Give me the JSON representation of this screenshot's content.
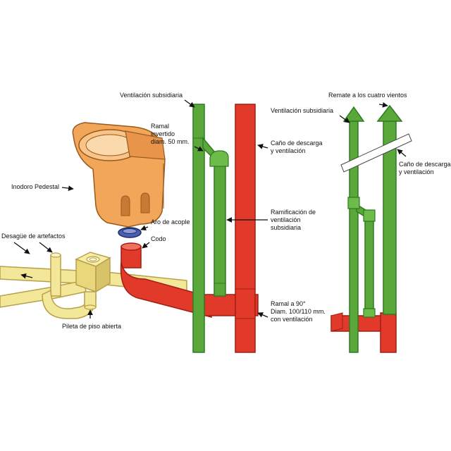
{
  "diagram": {
    "labels": {
      "ventilacion_subsidiaria_left": "Ventilación subsidiaria",
      "ramal_invertido_1": "Ramal",
      "ramal_invertido_2": "invertido",
      "ramal_invertido_3": "diam. 50 mm.",
      "cano_descarga_left_1": "Caño de descarga",
      "cano_descarga_left_2": "y ventilación",
      "inodoro_pedestal": "Inodoro Pedestal",
      "aro_de_acople": "Aro de acople",
      "codo": "Codo",
      "desague_artefactos": "Desagüe de artefactos",
      "ramificacion_1": "Ramificación de",
      "ramificacion_2": "ventilación",
      "ramificacion_3": "subsidiaria",
      "ramal_90_1": "Ramal a 90°",
      "ramal_90_2": "Diam. 100/110 mm.",
      "ramal_90_3": "con ventilación",
      "pileta_piso": "Pileta de piso abierta",
      "remate": "Remate a los cuatro vientos",
      "ventilacion_subsidiaria_right": "Ventilación subsidiaria",
      "cano_descarga_right_1": "Caño de descarga",
      "cano_descarga_right_2": "y ventilación"
    },
    "colors": {
      "green_pipe": "#5aa83a",
      "green_dark": "#2f7a22",
      "red_pipe": "#e23a2a",
      "red_dark": "#a31d12",
      "yellow_pipe": "#f3e79a",
      "yellow_dark": "#b8a04a",
      "toilet_orange": "#f2a65a",
      "toilet_dark": "#9a5a1c",
      "ring_blue": "#3a4a9a"
    }
  }
}
